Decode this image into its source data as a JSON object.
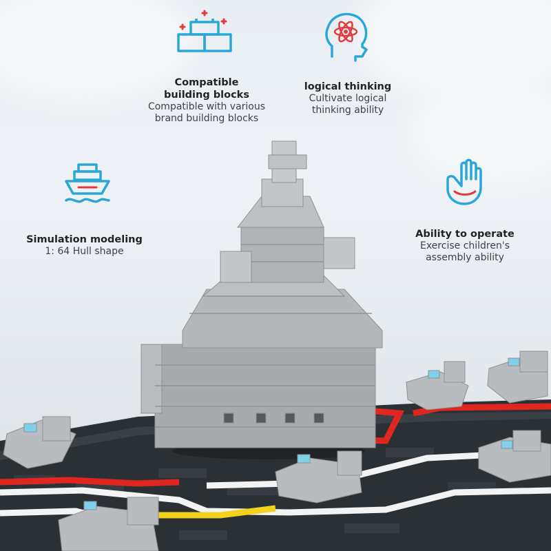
{
  "features": {
    "compatible": {
      "title": "Compatible\nbuilding blocks",
      "desc": "Compatible with various\nbrand building blocks"
    },
    "logical": {
      "title": "logical thinking",
      "desc": "Cultivate logical\nthinking ability"
    },
    "simulation": {
      "title": "Simulation modeling",
      "desc": "1: 64 Hull shape"
    },
    "operate": {
      "title": "Ability to operate",
      "desc": "Exercise children's\nassembly ability"
    }
  },
  "colors": {
    "icon_blue": "#2aa7d8",
    "icon_red": "#e23b3b",
    "deck": "#2b3034",
    "hull": "#a9adb0",
    "line_red": "#e0271f",
    "line_yellow": "#f2d21c"
  },
  "icons": [
    "blocks-icon",
    "brain-atom-icon",
    "ship-icon",
    "hand-icon"
  ]
}
